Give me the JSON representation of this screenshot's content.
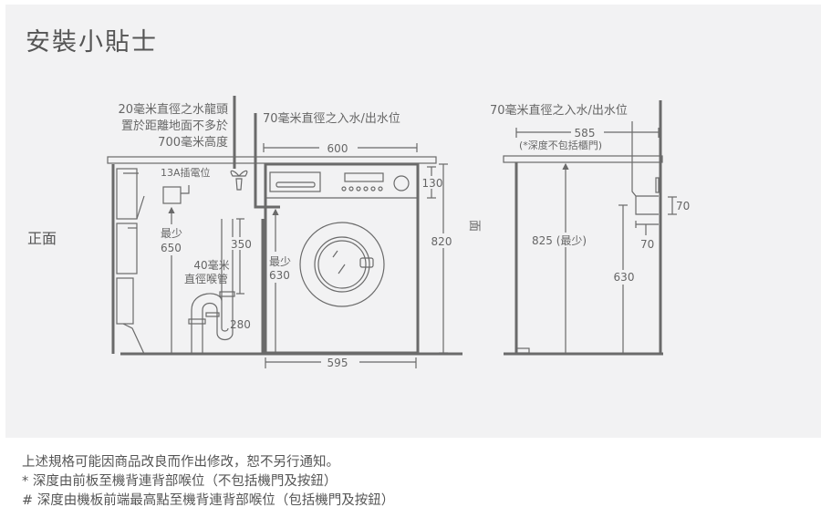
{
  "title": "安裝小貼士",
  "front_label": "正面",
  "side_label_partial": "面",
  "front": {
    "tap_note": [
      "20毫米直徑之水龍頭",
      "置於距離地面不多於",
      "700毫米高度"
    ],
    "pipe_note": "70毫米直徑之入水/出水位",
    "socket_label": "13A插電位",
    "min_label": "最少",
    "dim_650": "650",
    "dim_630": "630",
    "drain_note": [
      "40毫米",
      "直徑喉管"
    ],
    "dim_350": "350",
    "dim_280": "280",
    "dim_600": "600",
    "dim_595": "595",
    "dim_130": "130",
    "dim_820": "820"
  },
  "side": {
    "pipe_note": "70毫米直徑之入水/出水位",
    "dim_585": "585",
    "depth_note": "(*深度不包括櫃門)",
    "dim_825": "825 (最少)",
    "dim_630": "630",
    "dim_70a": "70",
    "dim_70b": "70"
  },
  "notes": [
    "上述規格可能因商品改良而作出修改，恕不另行通知。",
    "* 深度由前板至機背連背部喉位（不包括機門及按鈕）",
    "# 深度由機板前端最高點至機背連背部喉位（包括機門及按鈕）"
  ]
}
